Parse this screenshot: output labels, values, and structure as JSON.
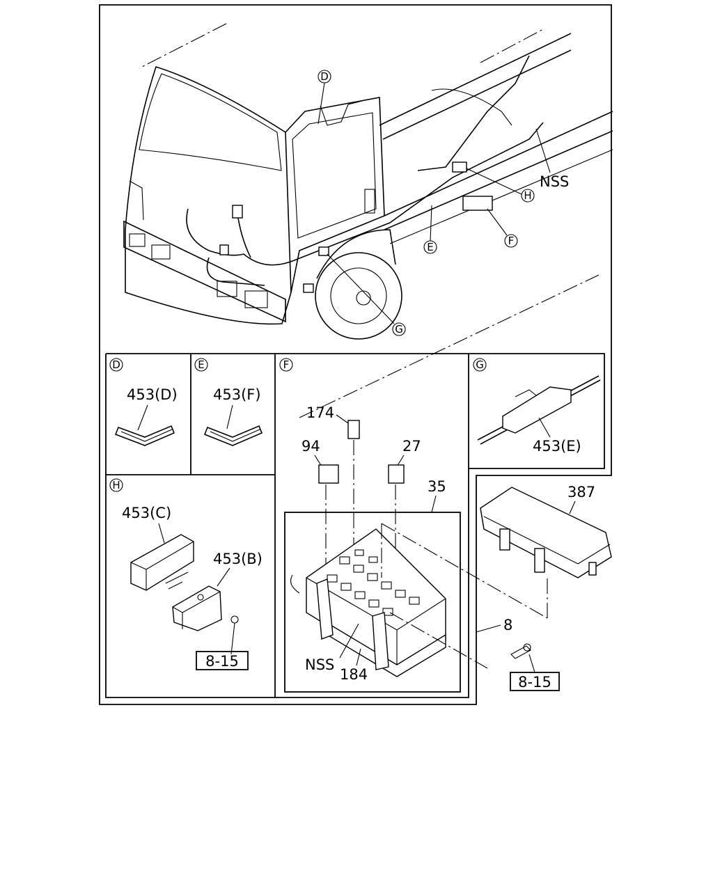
{
  "views": {
    "main": {
      "callout_d": "D",
      "callout_e": "E",
      "callout_f": "F",
      "callout_g": "G",
      "callout_h": "H",
      "nss": "NSS"
    },
    "detail_d": {
      "letter": "D",
      "part": "453(D)"
    },
    "detail_e": {
      "letter": "E",
      "part": "453(F)"
    },
    "detail_f": {
      "letter": "F",
      "p174": "174",
      "p94": "94",
      "p27": "27",
      "p35": "35",
      "nss": "NSS",
      "p184": "184",
      "p8": "8",
      "p387": "387",
      "p815": "8-15"
    },
    "detail_g": {
      "letter": "G",
      "part": "453(E)"
    },
    "detail_h": {
      "letter": "H",
      "part_c": "453(C)",
      "part_b": "453(B)",
      "ref": "8-15"
    }
  }
}
